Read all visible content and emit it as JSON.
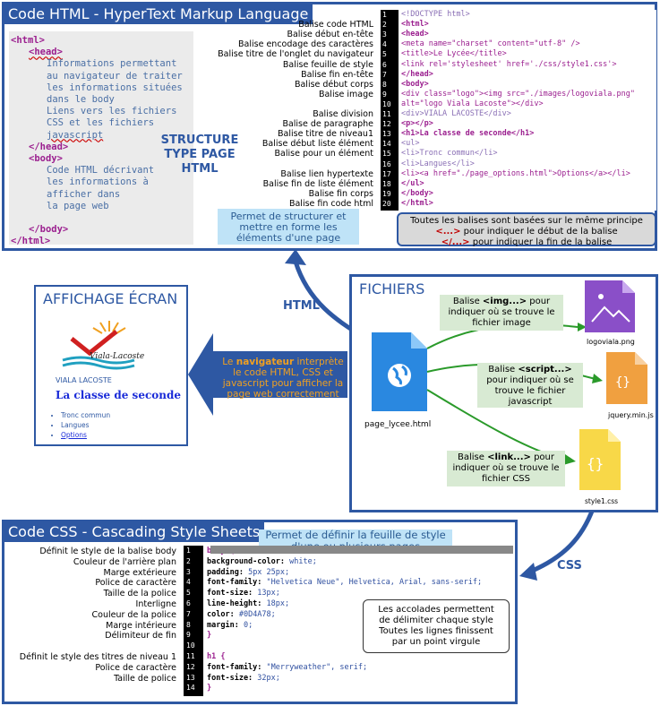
{
  "html_panel": {
    "title": "Code HTML - HyperText Markup Language",
    "outline": {
      "html_open": "<html>",
      "head_open": "<head>",
      "head_text": [
        "Informations permettant",
        "au navigateur de traiter",
        "les informations situées",
        "dans le body",
        "Liens vers les fichiers",
        "CSS et les fichiers",
        "javascript"
      ],
      "head_close": "</head>",
      "body_open": "<body>",
      "body_text": [
        "Code HTML décrivant",
        "les informations à",
        "afficher dans",
        "la page web"
      ],
      "body_close": "</body>",
      "html_close": "</html>"
    },
    "structure_label": [
      "STRUCTURE",
      "TYPE PAGE",
      "HTML"
    ],
    "line_labels": [
      "Balise code HTML",
      "Balise début en-tête",
      "Balise encodage des caractères",
      "Balise titre de l'onglet du navigateur",
      "Balise feuille de style",
      "Balise fin en-tête",
      "Balise début corps",
      "Balise image",
      "Balise division",
      "Balise de paragraphe",
      "Balise titre de niveau1",
      "Balise début liste élément",
      "Balise pour un élément",
      "Balise lien hypertexte",
      "Balise fin de liste élément",
      "Balise fin corps",
      "Balise fin code html"
    ],
    "line_numbers": [
      "1",
      "2",
      "3",
      "4",
      "5",
      "6",
      "7",
      "8",
      "9",
      "10",
      "11",
      "12",
      "13",
      "14",
      "15",
      "16",
      "17",
      "18",
      "19",
      "20"
    ],
    "code_lines": [
      "<!DOCTYPE html>",
      "<html>",
      "<head>",
      "    <meta name=\"charset\" content=\"utf-8\" />",
      "    <title>Le Lycée</title>",
      "    <link rel='stylesheet' href='./css/style1.css'>",
      "</head>",
      "<body>",
      "<div class=\"logo\"><img src=\"./images/logoviala.png\"",
      "                    alt=\"logo Viala Lacoste\"></div>",
      "<div>VIALA LACOSTE</div>",
      "<p></p>",
      "<h1>La classe de seconde</h1>",
      "<ul>",
      "<li>Tronc commun</li>",
      "<li>Langues</li>",
      "<li><a href=\"./page_options.html\">Options</a></li>",
      "</ul>",
      "</body>",
      "</html>"
    ],
    "structure_note": "Permet de structurer et mettre en forme les éléments d'une page",
    "rule_note": {
      "line1": "Toutes les balises sont basées sur le même principe",
      "open_tag": "<...>",
      "open_text": " pour indiquer le début de la balise",
      "close_tag": "</...>",
      "close_text": " pour indiquer la fin de la balise"
    }
  },
  "display_panel": {
    "title": "AFFICHAGE ÉCRAN",
    "logo_text": "Viala-Lacoste",
    "school_name": "VIALA LACOSTE",
    "heading": "La classe de seconde",
    "list": [
      "Tronc commun",
      "Langues"
    ],
    "link": "Options"
  },
  "arrow_labels": {
    "html": "HTML",
    "css": "CSS"
  },
  "browser_note": {
    "before": "Le ",
    "highlight": "navigateur",
    "after": " interprète le code HTML, CSS et javascript pour afficher la page web correctement"
  },
  "files_panel": {
    "title": "FICHIERS",
    "main_file": "page_lycee.html",
    "img_note": {
      "pre": "Balise ",
      "tag": "<img...>",
      "post": " pour indiquer où se trouve le fichier image"
    },
    "script_note": {
      "pre": "Balise ",
      "tag": "<script...>",
      "post": " pour indiquer où se trouve le fichier javascript"
    },
    "link_note": {
      "pre": "Balise ",
      "tag": "<link...>",
      "post": " pour indiquer où se trouve le fichier CSS"
    },
    "files": [
      "logoviala.png",
      "jquery.min.js",
      "style1.css"
    ]
  },
  "css_panel": {
    "title": "Code CSS - Cascading Style Sheets",
    "note": "Permet de définir la feuille de style d'une ou plusieurs pages",
    "line_labels": [
      "Définit le style de la balise body",
      "Couleur de l'arrière plan",
      "Marge extérieure",
      "Police de caractère",
      "Taille de la police",
      "Interligne",
      "Couleur de la police",
      "Marge intérieure",
      "Délimiteur de fin",
      "Définit le style des titres de niveau 1",
      "Police de caractère",
      "Taille de police"
    ],
    "line_numbers": [
      "1",
      "2",
      "3",
      "4",
      "5",
      "6",
      "7",
      "8",
      "9",
      "10",
      "11",
      "12",
      "13",
      "14"
    ],
    "code_lines": [
      "body {",
      "    background-color: white;",
      "    padding: 5px 25px;",
      "    font-family: \"Helvetica Neue\", Helvetica, Arial, sans-serif;",
      "    font-size: 13px;",
      "    line-height: 18px;",
      "    color: #0D4A78;",
      "    margin: 0;",
      "}",
      "",
      "h1 {",
      "    font-family: \"Merryweather\", serif;",
      "    font-size: 32px;",
      "}"
    ],
    "brace_note": [
      "Les accolades permettent",
      "de délimiter chaque style",
      "Toutes les lignes finissent",
      "par un point virgule"
    ]
  },
  "colors": {
    "frame": "#2e58a3",
    "highlight_blue": "#bfe3f7",
    "green_note": "#d8ead3",
    "orange_text": "#f0a020",
    "tag_purple": "#9b1f8f"
  }
}
